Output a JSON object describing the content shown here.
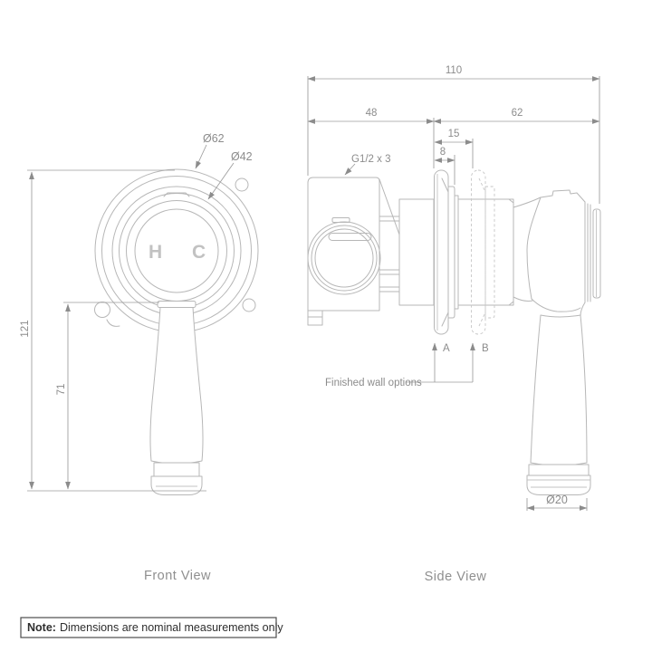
{
  "front_view": {
    "label": "Front View",
    "dia_outer": "Ø62",
    "dia_inner": "Ø42",
    "dim_total_height": "121",
    "dim_handle_height": "71",
    "hot_letter": "H",
    "cold_letter": "C"
  },
  "side_view": {
    "label": "Side View",
    "dim_total_width": "110",
    "dim_body_depth": "48",
    "dim_handle_depth": "62",
    "dim_wall_range": "15",
    "dim_flange": "8",
    "thread_label": "G1/2 x 3",
    "wall_option_a": "A",
    "wall_option_b": "B",
    "wall_options_label": "Finished wall options",
    "dia_handle_tip": "Ø20"
  },
  "note": {
    "prefix": "Note:",
    "text": "Dimensions are nominal measurements only"
  },
  "colors": {
    "part_line": "#b7b7b7",
    "dimension_line": "#9c9c9c",
    "dimension_text": "#8c8c8c",
    "note_text": "#2e2e2e"
  }
}
